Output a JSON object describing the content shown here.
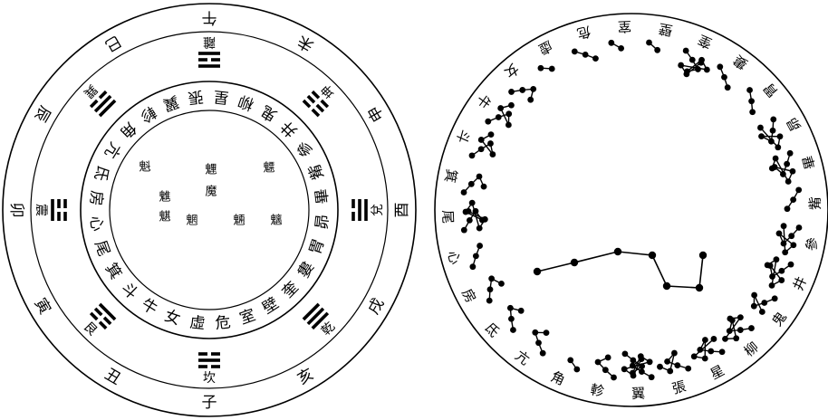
{
  "outer_ring_branches": [
    "午",
    "未",
    "申",
    "酉",
    "戌",
    "亥",
    "子",
    "丑",
    "寅",
    "卯",
    "辰",
    "巳"
  ],
  "trigrams": [
    {
      "name": "離",
      "lines": [
        1,
        0,
        1
      ]
    },
    {
      "name": "坤",
      "lines": [
        0,
        0,
        0
      ]
    },
    {
      "name": "兌",
      "lines": [
        0,
        1,
        1
      ]
    },
    {
      "name": "乾",
      "lines": [
        1,
        1,
        1
      ]
    },
    {
      "name": "坎",
      "lines": [
        0,
        1,
        0
      ]
    },
    {
      "name": "艮",
      "lines": [
        1,
        0,
        0
      ]
    },
    {
      "name": "震",
      "lines": [
        0,
        0,
        1
      ]
    },
    {
      "name": "巽",
      "lines": [
        1,
        1,
        0
      ]
    }
  ],
  "lodges_ring": [
    "虛",
    "女",
    "牛",
    "斗",
    "箕",
    "尾",
    "心",
    "房",
    "氐",
    "亢",
    "角",
    "軫",
    "翼",
    "張",
    "星",
    "柳",
    "鬼",
    "井",
    "參",
    "觜",
    "畢",
    "昴",
    "胃",
    "婁",
    "奎",
    "壁",
    "室",
    "危"
  ],
  "center_labels": [
    "魁",
    "魓",
    "魒",
    "魋",
    "魌",
    "魍",
    "魎",
    "魑",
    "魔"
  ],
  "lodge_map": [
    {
      "name": "危",
      "stars": 3
    },
    {
      "name": "室",
      "stars": 2
    },
    {
      "name": "壁",
      "stars": 2
    },
    {
      "name": "奎",
      "stars": 9
    },
    {
      "name": "婁",
      "stars": 3
    },
    {
      "name": "胃",
      "stars": 3
    },
    {
      "name": "昴",
      "stars": 7
    },
    {
      "name": "畢",
      "stars": 8
    },
    {
      "name": "觜",
      "stars": 3
    },
    {
      "name": "參",
      "stars": 7
    },
    {
      "name": "井",
      "stars": 8
    },
    {
      "name": "鬼",
      "stars": 5
    },
    {
      "name": "柳",
      "stars": 8
    },
    {
      "name": "星",
      "stars": 7
    },
    {
      "name": "張",
      "stars": 6
    },
    {
      "name": "翼",
      "stars": 12
    },
    {
      "name": "軫",
      "stars": 4
    },
    {
      "name": "角",
      "stars": 2
    },
    {
      "name": "亢",
      "stars": 4
    },
    {
      "name": "氐",
      "stars": 4
    },
    {
      "name": "房",
      "stars": 4
    },
    {
      "name": "心",
      "stars": 3
    },
    {
      "name": "尾",
      "stars": 9
    },
    {
      "name": "箕",
      "stars": 4
    },
    {
      "name": "斗",
      "stars": 6
    },
    {
      "name": "牛",
      "stars": 6
    },
    {
      "name": "女",
      "stars": 4
    },
    {
      "name": "虛",
      "stars": 2
    }
  ],
  "dipper_stars": 7
}
